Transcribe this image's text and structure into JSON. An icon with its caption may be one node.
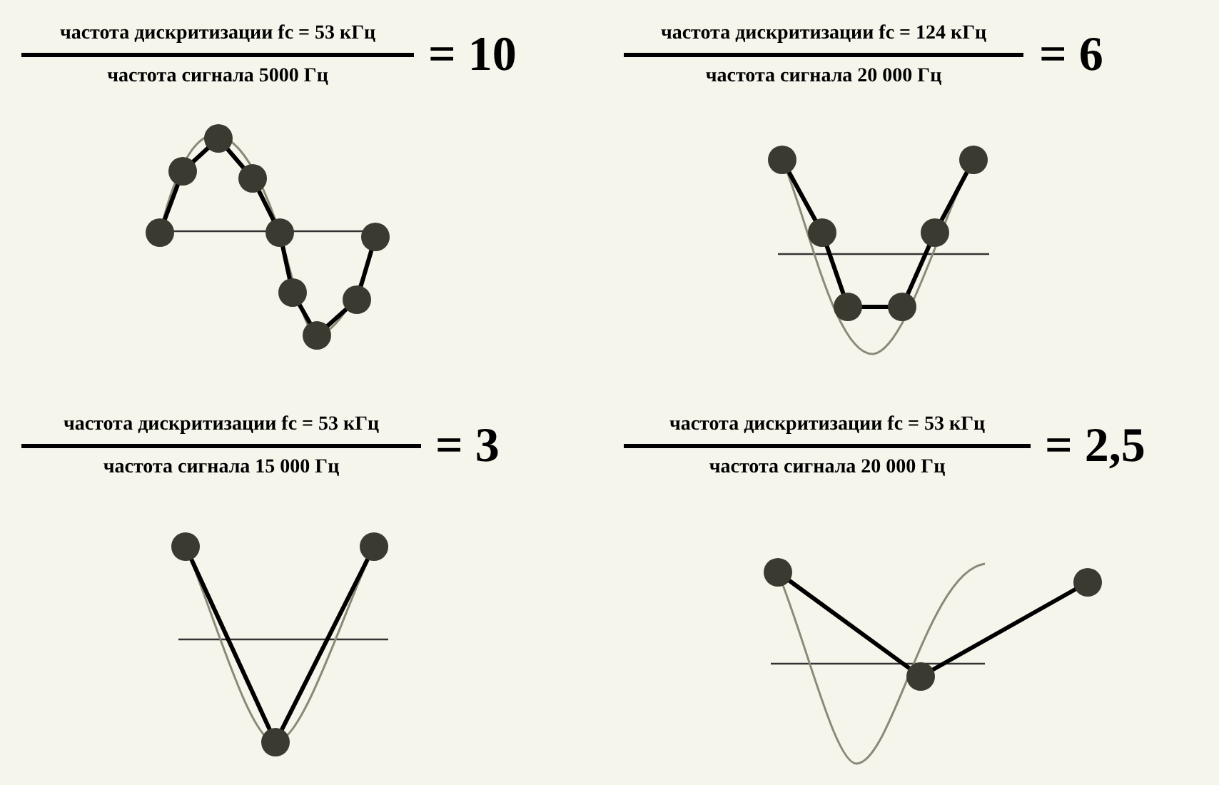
{
  "diagram": {
    "labels": [
      "частота дискритизации fc = 53 кГц",
      "частота сигнала 5000 Гц",
      "= 10",
      "частота дискритизации fc = 124 кГц",
      "частота сигнала 20 000 Гц",
      "= 6",
      "частота дискритизации fc = 53 кГц",
      "частота сигнала 15 000 Гц",
      "= 3",
      "частота дискритизации fc = 53 кГц",
      "частота сигнала 20 000 Гц",
      "= 2,5"
    ]
  }
}
